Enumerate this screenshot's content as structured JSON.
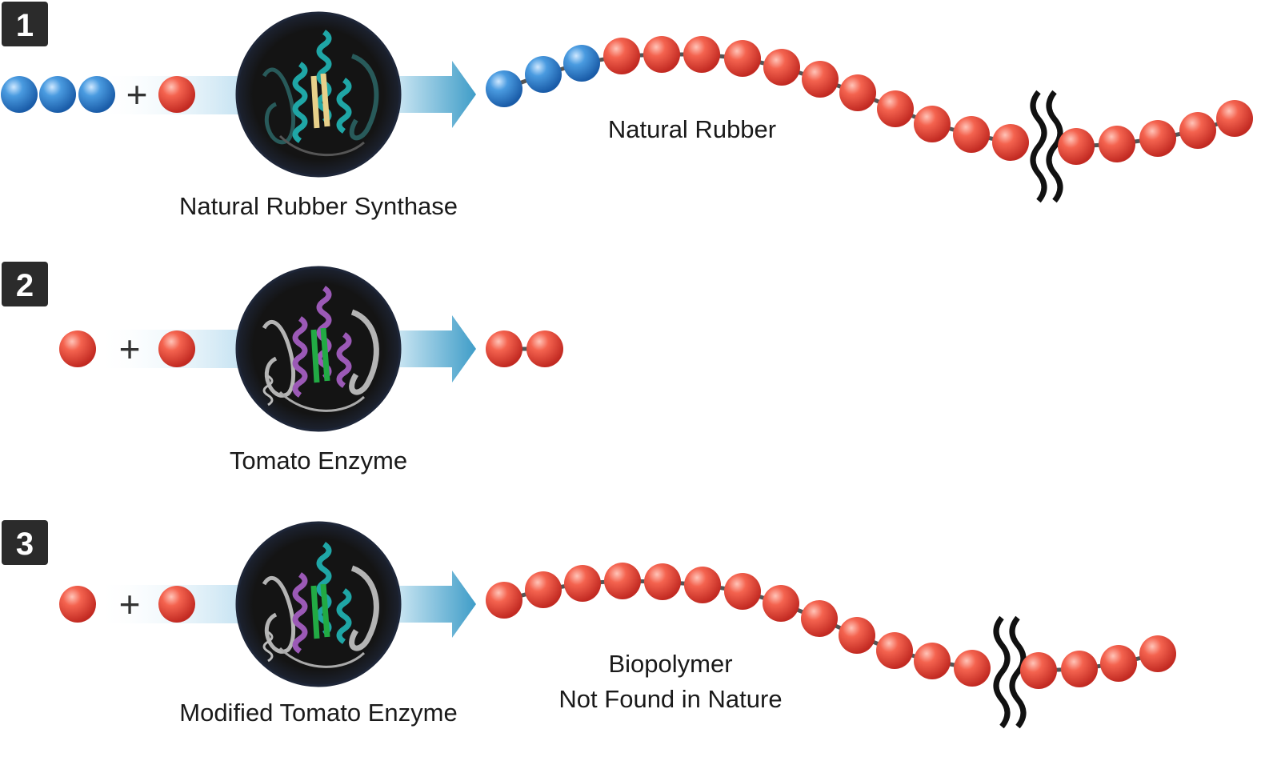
{
  "steps": [
    {
      "number": "1",
      "enzyme_label": "Natural Rubber Synthase",
      "product_label_lines": [
        "Natural Rubber"
      ],
      "enzyme_colors": {
        "helix": "#1fa6a6",
        "sheet": "#e8d08a",
        "accent": "#2d6b6b"
      }
    },
    {
      "number": "2",
      "enzyme_label": "Tomato Enzyme",
      "product_label_lines": [],
      "enzyme_colors": {
        "helix": "#9b59b6",
        "sheet": "#22aa44",
        "accent": "#d0d0d0"
      }
    },
    {
      "number": "3",
      "enzyme_label": "Modified Tomato Enzyme",
      "product_label_lines": [
        "Biopolymer",
        "Not Found in Nature"
      ],
      "enzyme_colors": {
        "helix": "#9b59b6",
        "sheet": "#22aa44",
        "accent": "#1fa6a6"
      }
    }
  ],
  "plus_symbol": "+",
  "colors": {
    "blue_unit": "#2f7fd0",
    "red_unit": "#e8453a",
    "arrow": "#4fa8cf",
    "badge": "#2b2b2b",
    "chain_link": "#555555",
    "break_mark": "#111111"
  }
}
